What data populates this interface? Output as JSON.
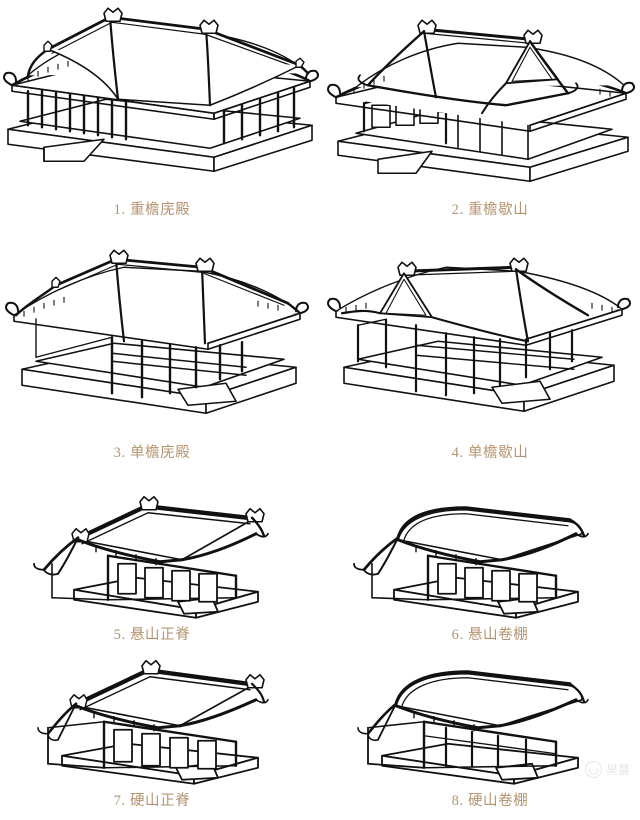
{
  "page": {
    "background_color": "#ffffff",
    "caption_color": "#b49470",
    "line_color": "#111111"
  },
  "figures": [
    {
      "index": "1",
      "caption": "1. 重檐庑殿",
      "name": "chongyan-wudian",
      "roof_type": "double-eave hip roof",
      "eaves": 2,
      "platform": true,
      "ramp": true
    },
    {
      "index": "2",
      "caption": "2. 重檐歇山",
      "name": "chongyan-xieshan",
      "roof_type": "double-eave gable-and-hip roof",
      "eaves": 2,
      "platform": true,
      "ramp": true
    },
    {
      "index": "3",
      "caption": "3. 单檐庑殿",
      "name": "danyan-wudian",
      "roof_type": "single-eave hip roof",
      "eaves": 1,
      "platform": true,
      "ramp": true
    },
    {
      "index": "4",
      "caption": "4. 单檐歇山",
      "name": "danyan-xieshan",
      "roof_type": "single-eave gable-and-hip roof",
      "eaves": 1,
      "platform": true,
      "ramp": true
    },
    {
      "index": "5",
      "caption": "5. 悬山正脊",
      "name": "xuanshan-zhengji",
      "roof_type": "overhanging gable roof with straight ridge",
      "eaves": 1,
      "platform": true,
      "ramp": true
    },
    {
      "index": "6",
      "caption": "6. 悬山卷棚",
      "name": "xuanshan-juanpeng",
      "roof_type": "overhanging gable roof with rounded ridge",
      "eaves": 1,
      "platform": true,
      "ramp": true
    },
    {
      "index": "7",
      "caption": "7. 硬山正脊",
      "name": "yingshan-zhengji",
      "roof_type": "flush gable roof with straight ridge",
      "eaves": 1,
      "platform": true,
      "ramp": true
    },
    {
      "index": "8",
      "caption": "8. 硬山卷棚",
      "name": "yingshan-juanpeng",
      "roof_type": "flush gable roof with rounded ridge",
      "eaves": 1,
      "platform": true,
      "ramp": true
    }
  ],
  "watermark": {
    "text": "昊蕞",
    "icon": "circular-logo-icon"
  }
}
